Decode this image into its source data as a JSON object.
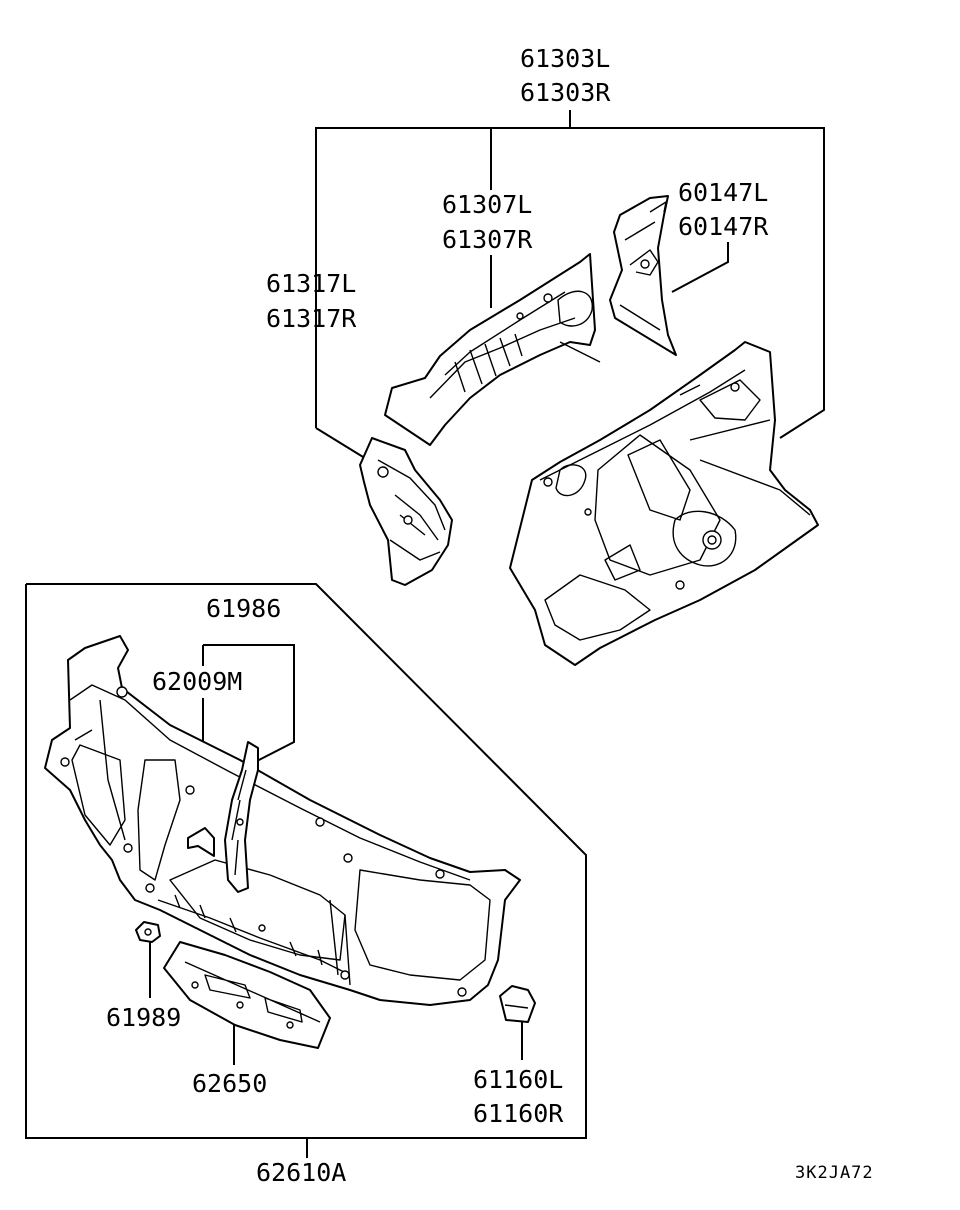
{
  "labels": {
    "p61303L": "61303L",
    "p61303R": "61303R",
    "p61307L": "61307L",
    "p61307R": "61307R",
    "p60147L": "60147L",
    "p60147R": "60147R",
    "p61317L": "61317L",
    "p61317R": "61317R",
    "p61986": "61986",
    "p62009M": "62009M",
    "p61989": "61989",
    "p62650": "62650",
    "p61160L": "61160L",
    "p61160R": "61160R",
    "p62610A": "62610A"
  },
  "diagram_code": "3K2JA72",
  "colors": {
    "ink": "#000000",
    "paper": "#ffffff"
  }
}
